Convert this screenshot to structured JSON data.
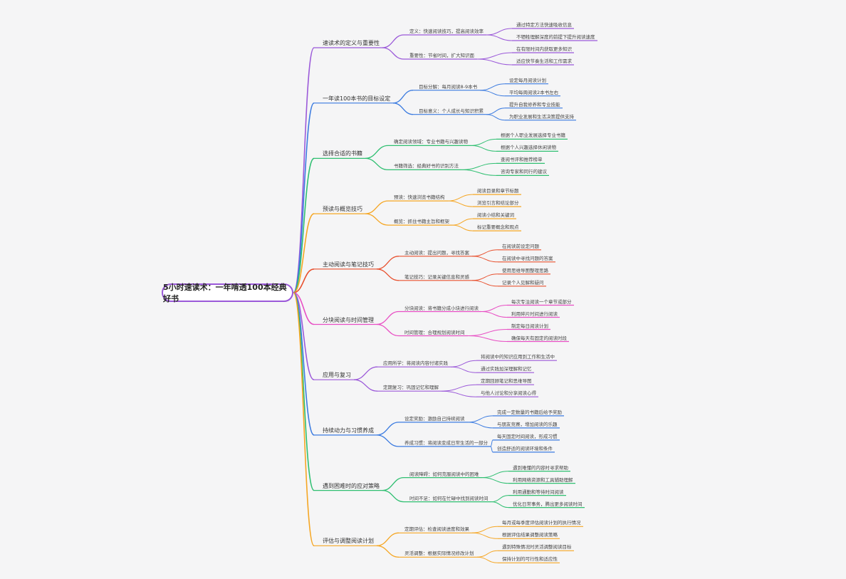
{
  "root": {
    "title": "5小时速读术：一年啃透100本经典好书"
  },
  "branches": [
    {
      "label": "速读术的定义与重要性",
      "color": "#9b59d9",
      "children": [
        {
          "label": "定义：快速阅读技巧，提高阅读效率",
          "leaves": [
            "通过特定方法快速吸收信息",
            "不牺牲理解深度的前提下提升阅读速度"
          ]
        },
        {
          "label": "重要性：节省时间，扩大知识面",
          "leaves": [
            "在有限时间内获取更多知识",
            "适应快节奏生活和工作需求"
          ]
        }
      ]
    },
    {
      "label": "一年读100本书的目标设定",
      "color": "#3b7be0",
      "children": [
        {
          "label": "目标分解：每月阅读8-9本书",
          "leaves": [
            "设定每月阅读计划",
            "平均每周阅读2本书左右"
          ]
        },
        {
          "label": "目标意义：个人成长与知识积累",
          "leaves": [
            "提升自我修养和专业技能",
            "为职业发展和生活决策提供支持"
          ]
        }
      ]
    },
    {
      "label": "选择合适的书籍",
      "color": "#2fbf71",
      "children": [
        {
          "label": "确定阅读领域：专业书籍与兴趣读物",
          "leaves": [
            "根据个人职业发展选择专业书籍",
            "根据个人兴趣选择休闲读物"
          ]
        },
        {
          "label": "书籍筛选：经典好书的识别方法",
          "leaves": [
            "查阅书评和推荐榜单",
            "咨询专家和同行的建议"
          ]
        }
      ]
    },
    {
      "label": "预读与概览技巧",
      "color": "#f5a623",
      "children": [
        {
          "label": "预读：快速浏览书籍结构",
          "leaves": [
            "阅读目录和章节标题",
            "浏览引言和结论部分"
          ]
        },
        {
          "label": "概览：抓住书籍主旨和框架",
          "leaves": [
            "阅读小结和关键词",
            "标记重要概念和观点"
          ]
        }
      ]
    },
    {
      "label": "主动阅读与笔记技巧",
      "color": "#e8502e",
      "children": [
        {
          "label": "主动阅读：提出问题，寻找答案",
          "leaves": [
            "在阅读前设定问题",
            "在阅读中寻找问题的答案"
          ]
        },
        {
          "label": "笔记技巧：记录关键信息和灵感",
          "leaves": [
            "使用思维导图整理思路",
            "记录个人见解和疑问"
          ]
        }
      ]
    },
    {
      "label": "分块阅读与时间管理",
      "color": "#e84fc4",
      "children": [
        {
          "label": "分块阅读：将书籍分成小块进行阅读",
          "leaves": [
            "每次专注阅读一个章节或部分",
            "利用碎片时间进行阅读"
          ]
        },
        {
          "label": "时间管理：合理规划阅读时间",
          "leaves": [
            "制定每日阅读计划",
            "确保每天有固定的阅读时段"
          ]
        }
      ]
    },
    {
      "label": "应用与复习",
      "color": "#9b59d9",
      "children": [
        {
          "label": "应用所学：将阅读内容付诸实践",
          "leaves": [
            "将阅读中的知识应用到工作和生活中",
            "通过实践加深理解和记忆"
          ]
        },
        {
          "label": "定期复习：巩固记忆和理解",
          "leaves": [
            "定期回顾笔记和思维导图",
            "与他人讨论和分享阅读心得"
          ]
        }
      ]
    },
    {
      "label": "持续动力与习惯养成",
      "color": "#3b7be0",
      "children": [
        {
          "label": "设定奖励：激励自己持续阅读",
          "leaves": [
            "完成一定数量的书籍后给予奖励",
            "与朋友竞赛，增加阅读的乐趣"
          ]
        },
        {
          "label": "养成习惯：将阅读变成日常生活的一部分",
          "leaves": [
            "每天固定时间阅读，形成习惯",
            "创造舒适的阅读环境和条件"
          ]
        }
      ]
    },
    {
      "label": "遇到困难时的应对策略",
      "color": "#2fbf71",
      "children": [
        {
          "label": "阅读障碍：如何克服阅读中的困难",
          "leaves": [
            "遇到难懂的内容时寻求帮助",
            "利用网络资源和工具辅助理解"
          ]
        },
        {
          "label": "时间不足：如何在忙碌中找到阅读时间",
          "leaves": [
            "利用通勤和等待时间阅读",
            "优化日常事务，腾出更多阅读时间"
          ]
        }
      ]
    },
    {
      "label": "评估与调整阅读计划",
      "color": "#f5a623",
      "children": [
        {
          "label": "定期评估：检查阅读进度和效果",
          "leaves": [
            "每月或每季度评估阅读计划的执行情况",
            "根据评估结果调整阅读策略"
          ]
        },
        {
          "label": "灵活调整：根据实际情况修改计划",
          "leaves": [
            "遇到特殊情况时灵活调整阅读目标",
            "保持计划的可行性和适应性"
          ]
        }
      ]
    }
  ]
}
